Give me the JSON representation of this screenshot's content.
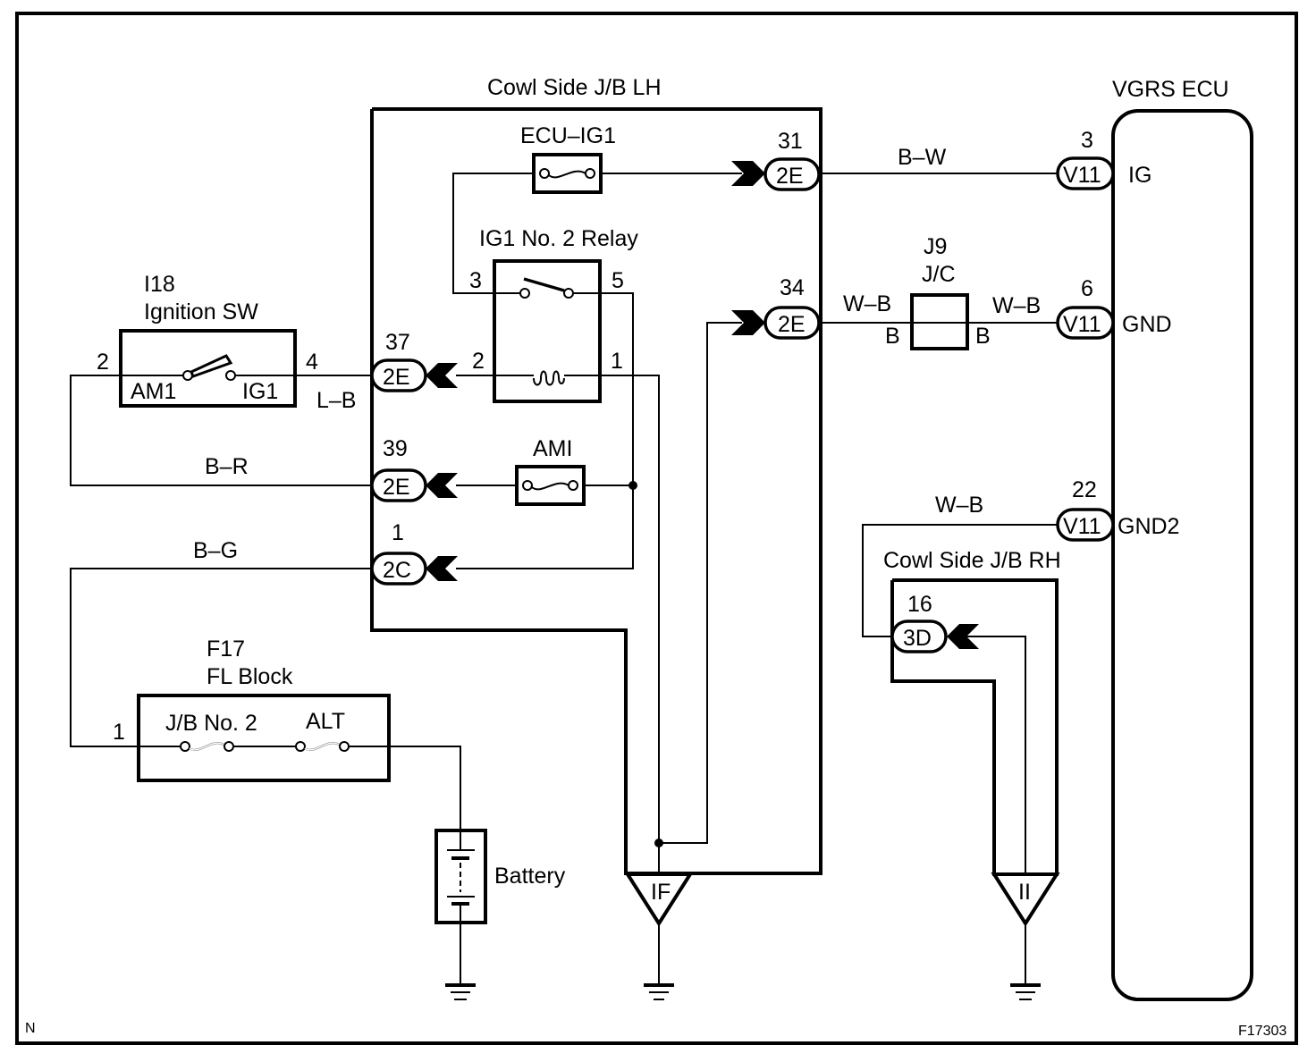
{
  "figure_id": "F17303",
  "corner_mark": "N",
  "colors": {
    "line": "#000000",
    "background": "#ffffff"
  },
  "components": {
    "cowl_jb_lh": {
      "label": "Cowl Side J/B LH"
    },
    "cowl_jb_rh": {
      "label": "Cowl Side J/B RH"
    },
    "vgrs_ecu": {
      "label": "VGRS ECU",
      "terminals": [
        {
          "pin": "3",
          "connector": "V11",
          "name": "IG"
        },
        {
          "pin": "6",
          "connector": "V11",
          "name": "GND"
        },
        {
          "pin": "22",
          "connector": "V11",
          "name": "GND2"
        }
      ]
    },
    "ignition_sw": {
      "id": "I18",
      "label": "Ignition SW",
      "left_pin": "2",
      "right_pin": "4",
      "left_terminal": "AM1",
      "right_terminal": "IG1"
    },
    "ecu_ig1_fuse": {
      "label": "ECU–IG1"
    },
    "ig1_relay": {
      "label": "IG1 No. 2 Relay",
      "pins": {
        "p3": "3",
        "p5": "5",
        "p2": "2",
        "p1": "1"
      }
    },
    "ami_fuse": {
      "label": "AMI"
    },
    "fl_block": {
      "id": "F17",
      "label": "FL Block",
      "pin": "1",
      "fuses": [
        "J/B No. 2",
        "ALT"
      ]
    },
    "battery": {
      "label": "Battery"
    },
    "junction_connector": {
      "id": "J9",
      "label": "J/C",
      "left_wire": "B",
      "right_wire": "B"
    },
    "grounds": [
      {
        "id": "IF"
      },
      {
        "id": "II"
      }
    ]
  },
  "connectors": {
    "c31": {
      "pin": "31",
      "code": "2E"
    },
    "c34": {
      "pin": "34",
      "code": "2E"
    },
    "c37": {
      "pin": "37",
      "code": "2E"
    },
    "c39": {
      "pin": "39",
      "code": "2E"
    },
    "c1": {
      "pin": "1",
      "code": "2C"
    },
    "c16": {
      "pin": "16",
      "code": "3D"
    }
  },
  "wires": {
    "ig": "B–W",
    "gnd_left": "W–B",
    "gnd_right": "W–B",
    "gnd2": "W–B",
    "ig_sw_out": "L–B",
    "am1": "B–R",
    "fl": "B–G"
  }
}
